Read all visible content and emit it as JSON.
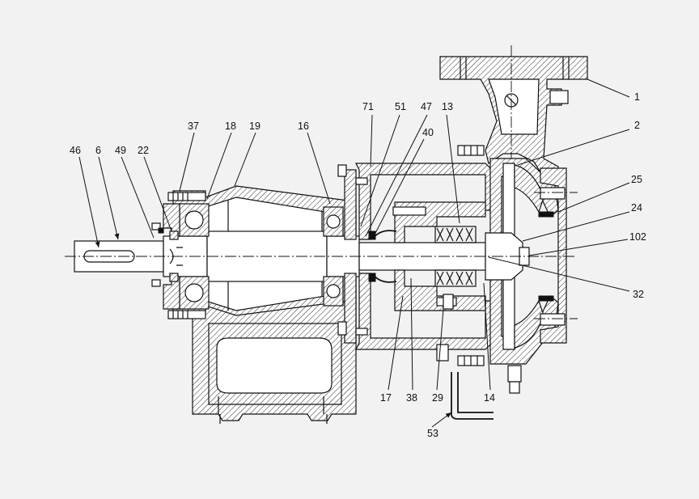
{
  "callouts": [
    {
      "id": "c1",
      "label": "1"
    },
    {
      "id": "c2",
      "label": "2"
    },
    {
      "id": "c25",
      "label": "25"
    },
    {
      "id": "c24",
      "label": "24"
    },
    {
      "id": "c102",
      "label": "102"
    },
    {
      "id": "c32",
      "label": "32"
    },
    {
      "id": "c71",
      "label": "71"
    },
    {
      "id": "c51",
      "label": "51"
    },
    {
      "id": "c47",
      "label": "47"
    },
    {
      "id": "c13",
      "label": "13"
    },
    {
      "id": "c40",
      "label": "40"
    },
    {
      "id": "c16",
      "label": "16"
    },
    {
      "id": "c37",
      "label": "37"
    },
    {
      "id": "c18",
      "label": "18"
    },
    {
      "id": "c19",
      "label": "19"
    },
    {
      "id": "c46",
      "label": "46"
    },
    {
      "id": "c6",
      "label": "6"
    },
    {
      "id": "c49",
      "label": "49"
    },
    {
      "id": "c22",
      "label": "22"
    },
    {
      "id": "c17",
      "label": "17"
    },
    {
      "id": "c38",
      "label": "38"
    },
    {
      "id": "c29",
      "label": "29"
    },
    {
      "id": "c14",
      "label": "14"
    },
    {
      "id": "c53",
      "label": "53"
    }
  ]
}
